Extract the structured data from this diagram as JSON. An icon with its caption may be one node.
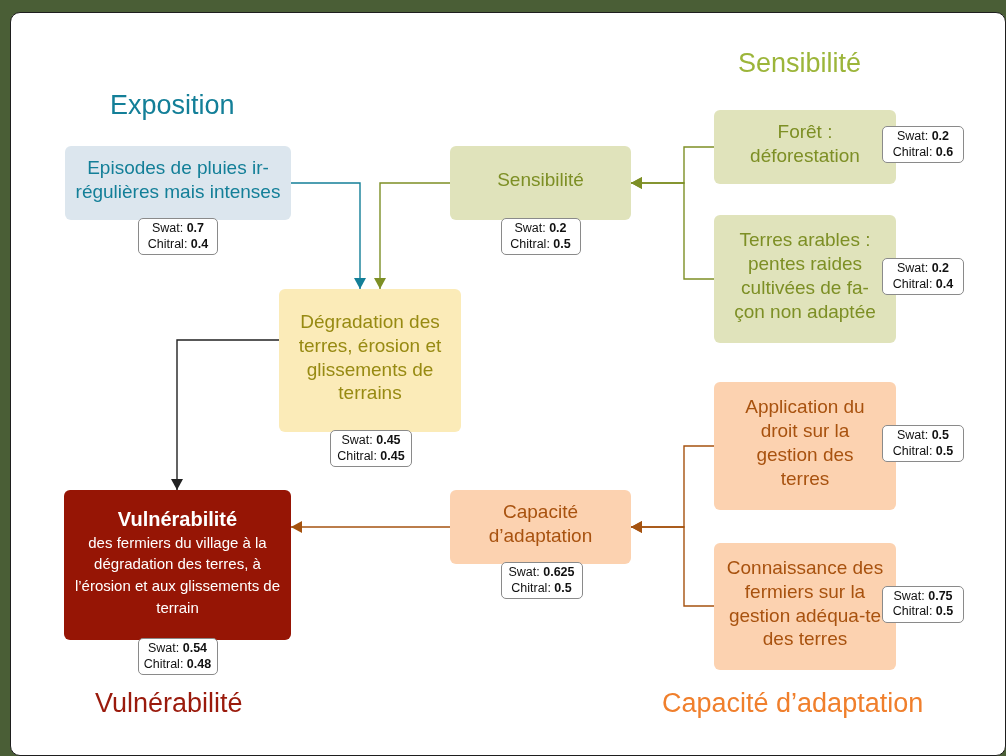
{
  "diagram": {
    "nodes": [
      {
        "text": [
          "Episodes de pluies ir-régulières mais intenses"
        ],
        "beside": [
          "Swat: **0.7**",
          "Chitral: **0.4**"
        ]
      },
      {
        "text": [
          "Sensibilité"
        ],
        "beside": [
          "Swat: **0.2**",
          "Chitral: **0.5**"
        ]
      },
      {
        "text": [
          "Forêt : déforestation"
        ],
        "beside": [
          "Swat: **0.2**",
          "Chitral: **0.6**"
        ]
      },
      {
        "text": [
          "Terres arables : pentes raides cultivées de fa-çon non adaptée"
        ],
        "beside": [
          "Swat: **0.2**",
          "Chitral: **0.4**"
        ]
      },
      {
        "text": [
          "Dégradation des terres, érosion et glissements de terrains"
        ],
        "beside": [
          "Swat: **0.45**",
          "Chitral: **0.45**"
        ]
      },
      {
        "text": [
          "Application du droit sur la gestion des terres"
        ],
        "beside": [
          "Swat: **0.5**",
          "Chitral: **0.5**"
        ]
      },
      {
        "text": [
          "Connaissance des fermiers sur la gestion adéqua-te des terres"
        ],
        "beside": [
          "Swat: **0.75**",
          "Chitral: **0.5**"
        ]
      },
      {
        "text": [
          "Capacité d’adaptation"
        ],
        "beside": [
          "Swat: **0.625**",
          "Chitral: **0.5**"
        ]
      },
      {
        "text": [
          "Vulnérabilité",
          "des fermiers du village à la dégradation des terres, à l’érosion et aux glissements de terrain"
        ],
        "beside": [
          "Swat: **0.54**",
          "Chitral: **0.48**"
        ]
      }
    ],
    "edges": [
      {
        "from": 0,
        "to": 4,
        "arrow": "to",
        "color": "#137f98"
      },
      {
        "from": 1,
        "to": 4,
        "arrow": "to",
        "color": "#7d8f25"
      },
      {
        "from": 2,
        "to": 1,
        "arrow": "to",
        "color": "#7d8f25"
      },
      {
        "from": 3,
        "to": 1,
        "arrow": "to",
        "color": "#7d8f25"
      },
      {
        "from": 4,
        "to": 8,
        "arrow": "to",
        "color": "#222222"
      },
      {
        "from": 5,
        "to": 7,
        "arrow": "to",
        "color": "#a5520f"
      },
      {
        "from": 6,
        "to": 7,
        "arrow": "to",
        "color": "#a5520f"
      },
      {
        "from": 7,
        "to": 8,
        "arrow": "to",
        "color": "#a5520f"
      }
    ],
    "labels": [
      "Sensibilité",
      "Exposition",
      "Vulnérabilité",
      "Capacité d’adaptation"
    ]
  }
}
